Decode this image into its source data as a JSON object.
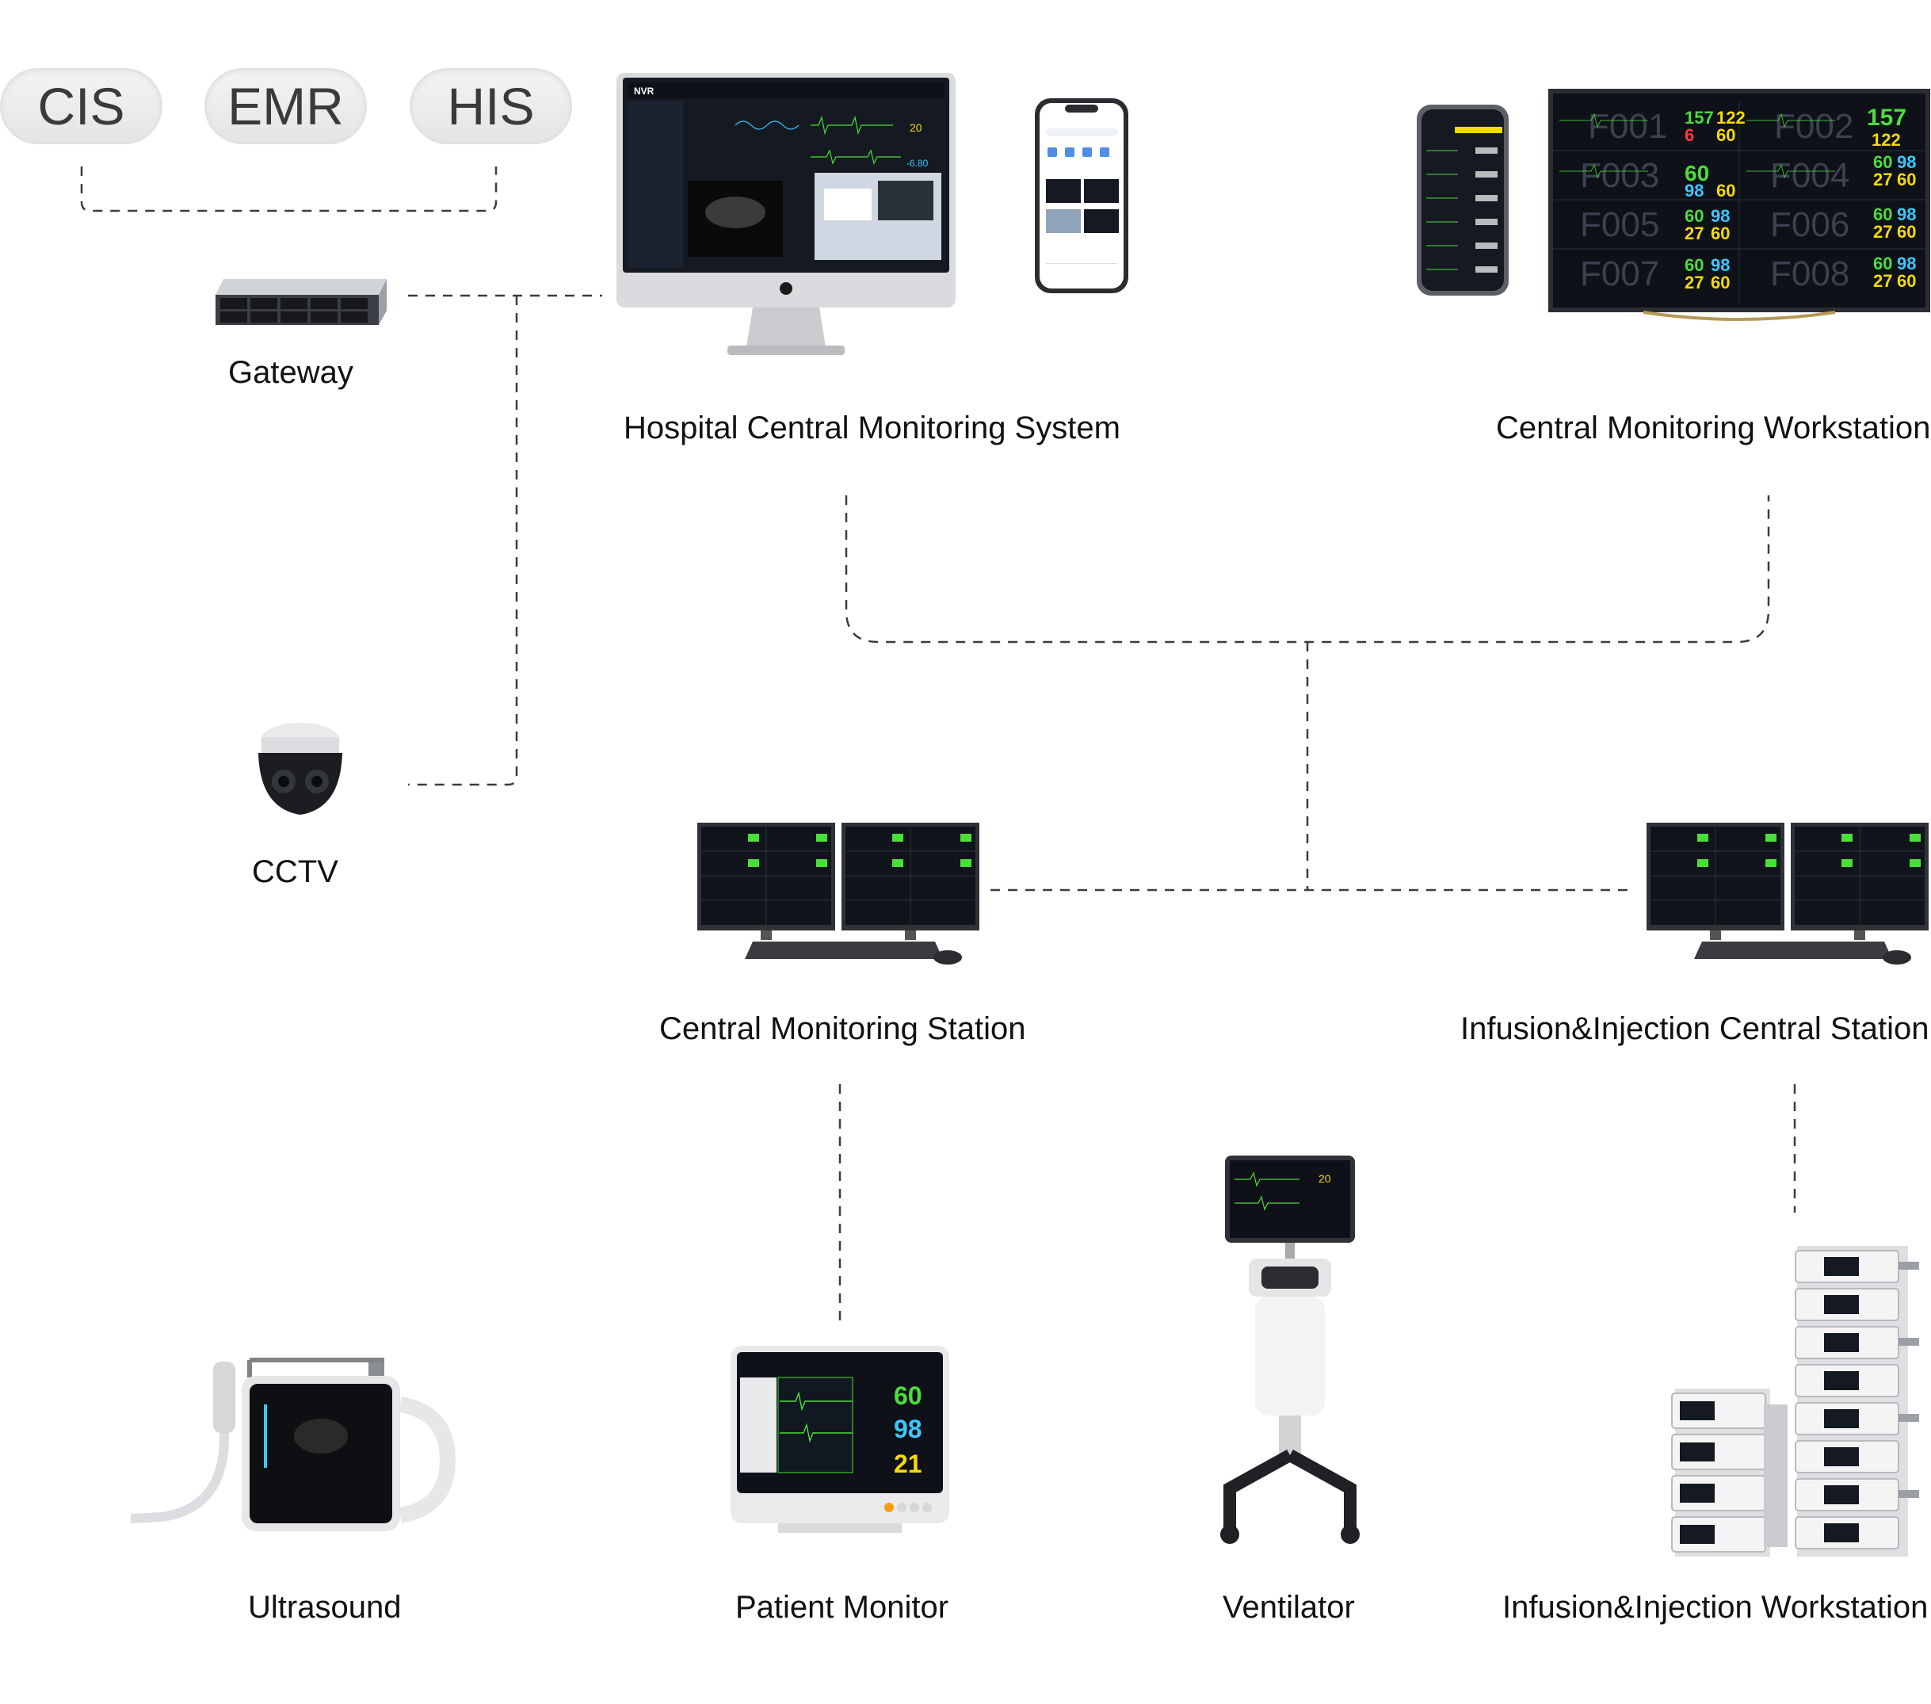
{
  "systems": {
    "cis": "CIS",
    "emr": "EMR",
    "his": "HIS"
  },
  "labels": {
    "gateway": "Gateway",
    "cctv": "CCTV",
    "hospital_central": "Hospital Central Monitoring System",
    "central_workstation": "Central Monitoring Workstation",
    "central_station": "Central Monitoring Station",
    "infusion_central_station": "Infusion&Injection Central Station",
    "ultrasound": "Ultrasound",
    "patient_monitor": "Patient Monitor",
    "ventilator": "Ventilator",
    "infusion_workstation": "Infusion&Injection Workstation"
  },
  "screens": {
    "nvr_logo": "NVR",
    "workstation_beds": [
      "F001",
      "F002",
      "F003",
      "F004",
      "F005",
      "F006",
      "F007",
      "F008"
    ],
    "monitor_values": [
      "60",
      "98",
      "21"
    ]
  },
  "colors": {
    "line": "#3c3c3c",
    "vital_green": "#4ade3a",
    "vital_yellow": "#f5d90a",
    "vital_cyan": "#3cc8ff",
    "vital_red": "#ff3b3b"
  }
}
